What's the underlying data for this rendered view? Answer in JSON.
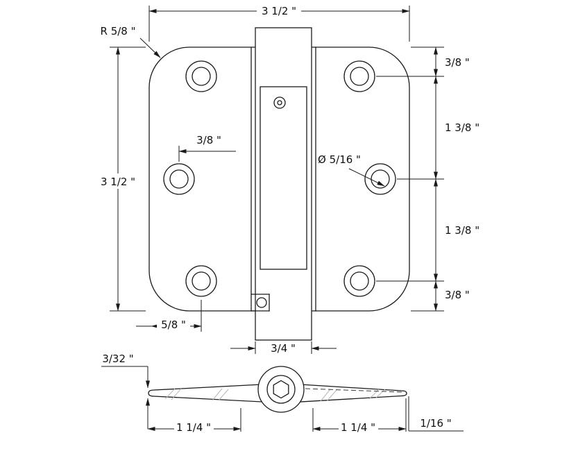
{
  "drawing": {
    "top_view": {
      "width": "3 1/2 \"",
      "height": "3 1/2 \"",
      "corner_radius": "R 5/8 \"",
      "hole_edge_offset": "3/8 \"",
      "hole_diameter": "Ø 5/16 \"",
      "edge_to_top_hole": "3/8 \"",
      "top_to_mid_hole": "1 3/8 \"",
      "mid_to_bottom_hole": "1 3/8 \"",
      "bottom_hole_to_edge": "3/8 \"",
      "corner_to_hole": "5/8 \"",
      "barrel_width": "3/4 \""
    },
    "side_view": {
      "leaf_thickness": "3/32 \"",
      "left_leaf_length": "1 1/4 \"",
      "right_leaf_length": "1 1/4 \"",
      "tip_thickness": "1/16 \""
    }
  }
}
